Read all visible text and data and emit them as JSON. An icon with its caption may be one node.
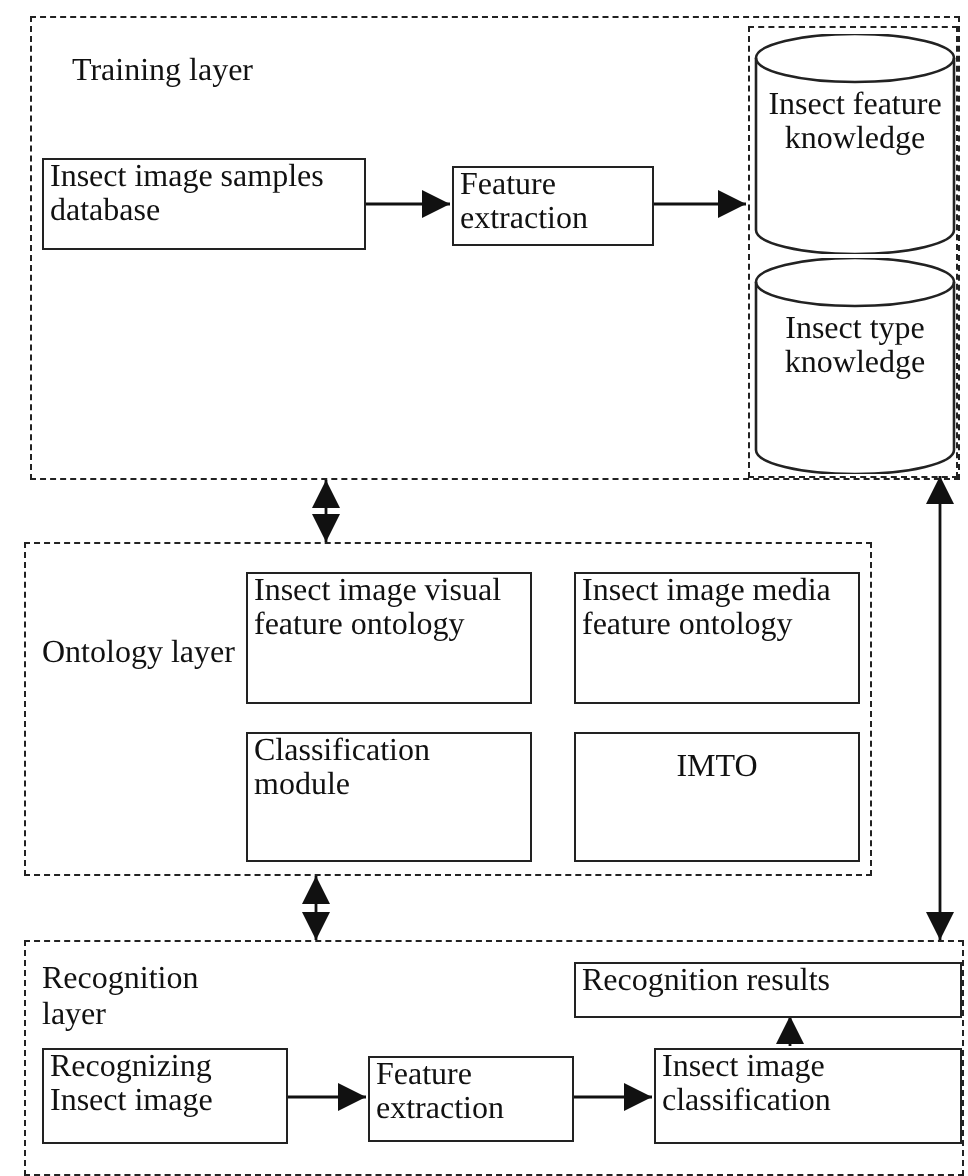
{
  "diagram": {
    "nodes": [
      {
        "text": [
          "Training layer"
        ]
      },
      {
        "text": [
          "Insect image samples database"
        ],
        "in": 0
      },
      {
        "text": [
          "Feature extraction"
        ],
        "in": 0
      },
      {
        "text": [],
        "shape": "box",
        "in": 0
      },
      {
        "text": [
          "Insect feature knowledge"
        ],
        "in": 3
      },
      {
        "text": [
          "Insect type knowledge"
        ],
        "in": 3
      },
      {
        "text": [
          "Ontology layer"
        ]
      },
      {
        "text": [
          "Insect image visual feature ontology"
        ],
        "in": 6
      },
      {
        "text": [
          "Insect image media feature ontology"
        ],
        "in": 6
      },
      {
        "text": [
          "Classification module"
        ],
        "in": 6
      },
      {
        "text": [
          "IMTO"
        ],
        "in": 6
      },
      {
        "text": [
          "Recognition layer"
        ]
      },
      {
        "text": [
          "Recognition results"
        ],
        "in": 11
      },
      {
        "text": [
          "Recognizing Insect image"
        ],
        "in": 11
      },
      {
        "text": [
          "Feature extraction"
        ],
        "in": 11
      },
      {
        "text": [
          "Insect image classification"
        ],
        "in": 11
      }
    ],
    "edges": [
      {
        "from": 1,
        "to": 2,
        "arrow": "to"
      },
      {
        "from": 2,
        "to": 3,
        "arrow": "to"
      },
      {
        "from": 0,
        "to": 6,
        "arrow": "both"
      },
      {
        "from": 6,
        "to": 11,
        "arrow": "both"
      },
      {
        "from": 3,
        "to": 11,
        "arrow": "both"
      },
      {
        "from": 13,
        "to": 14,
        "arrow": "to"
      },
      {
        "from": 14,
        "to": 15,
        "arrow": "to"
      },
      {
        "from": 15,
        "to": 12,
        "arrow": "to"
      }
    ]
  }
}
